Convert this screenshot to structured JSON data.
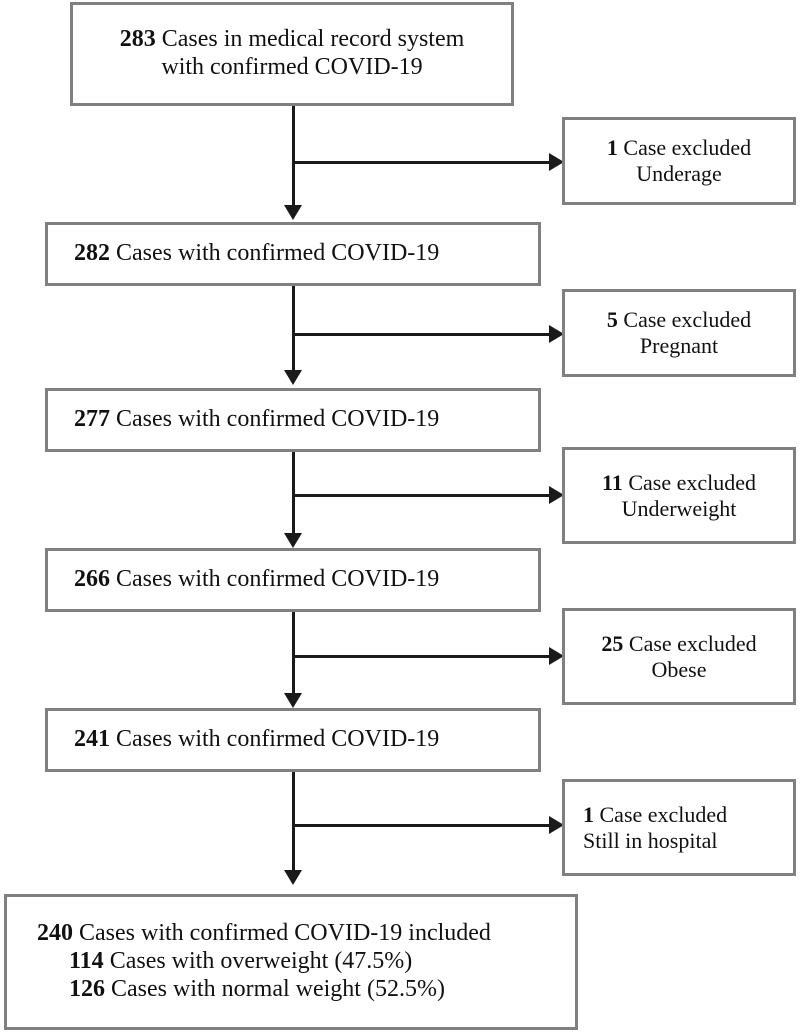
{
  "figure": {
    "type": "flow-diagram",
    "subject": "COVID-19 case inclusion flowchart",
    "border_color": "#808080",
    "connector_color": "#1a1a1a",
    "background_color": "#ffffff"
  },
  "flow_boxes": [
    {
      "id": "box-283",
      "count": "283",
      "lines": [
        {
          "num": "283",
          "text": " Cases in medical record system"
        },
        {
          "num": "",
          "text": "with confirmed COVID-19"
        }
      ]
    },
    {
      "id": "box-282",
      "count": "282",
      "lines": [
        {
          "num": "282",
          "text": " Cases with confirmed COVID-19"
        }
      ]
    },
    {
      "id": "box-277",
      "count": "277",
      "lines": [
        {
          "num": "277",
          "text": " Cases with confirmed COVID-19"
        }
      ]
    },
    {
      "id": "box-266",
      "count": "266",
      "lines": [
        {
          "num": "266",
          "text": " Cases with confirmed COVID-19"
        }
      ]
    },
    {
      "id": "box-241",
      "count": "241",
      "lines": [
        {
          "num": "241",
          "text": " Cases with confirmed COVID-19"
        }
      ]
    }
  ],
  "final_box": {
    "id": "box-240",
    "lines": [
      {
        "num": "240",
        "text": " Cases with confirmed COVID-19 included"
      },
      {
        "num": "114",
        "text": " Cases with overweight (47.5%)"
      },
      {
        "num": "126",
        "text": " Cases with normal weight (52.5%)"
      }
    ]
  },
  "exclusion_boxes": [
    {
      "id": "excl-underage",
      "count": "1",
      "line1_rest": " Case excluded",
      "line2": "Underage"
    },
    {
      "id": "excl-pregnant",
      "count": "5",
      "line1_rest": " Case excluded",
      "line2": "Pregnant"
    },
    {
      "id": "excl-underweight",
      "count": "11",
      "line1_rest": " Case excluded",
      "line2": "Underweight"
    },
    {
      "id": "excl-obese",
      "count": "25",
      "line1_rest": " Case excluded",
      "line2": "Obese"
    },
    {
      "id": "excl-hospital",
      "count": "1",
      "line1_rest": " Case excluded",
      "line2": "Still in hospital"
    }
  ]
}
